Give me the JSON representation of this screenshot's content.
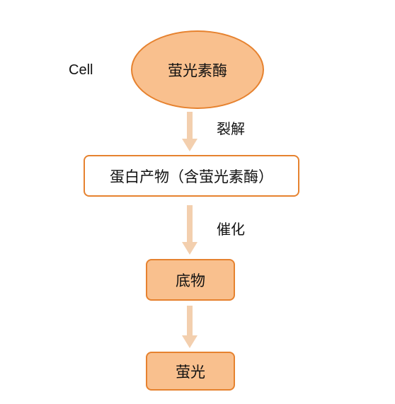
{
  "diagram": {
    "side_label": "Cell",
    "nodes": {
      "luciferase": "萤光素酶",
      "protein": "蛋白产物（含萤光素酶）",
      "substrate": "底物",
      "fluorescence": "萤光"
    },
    "edge_labels": {
      "lysis": "裂解",
      "catalyze": "催化"
    }
  },
  "colors": {
    "node_fill": "#f9c08e",
    "node_border": "#e6822f",
    "arrow": "#f3cfae"
  }
}
